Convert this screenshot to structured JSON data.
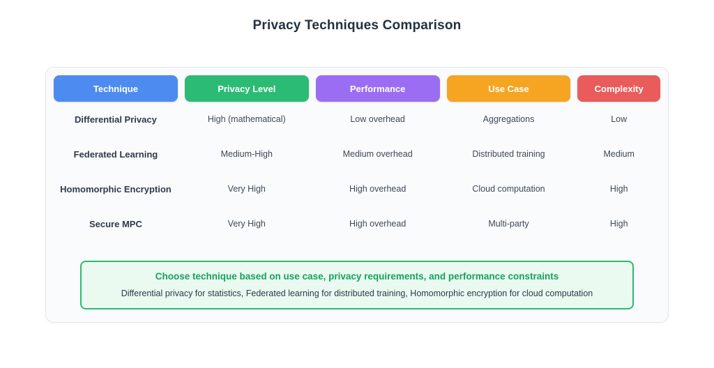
{
  "title": "Privacy Techniques Comparison",
  "chart_data": {
    "type": "table",
    "title": "Privacy Techniques Comparison",
    "columns": [
      "Technique",
      "Privacy Level",
      "Performance",
      "Use Case",
      "Complexity"
    ],
    "rows": [
      [
        "Differential Privacy",
        "High (mathematical)",
        "Low overhead",
        "Aggregations",
        "Low"
      ],
      [
        "Federated Learning",
        "Medium-High",
        "Medium overhead",
        "Distributed training",
        "Medium"
      ],
      [
        "Homomorphic Encryption",
        "Very High",
        "High overhead",
        "Cloud computation",
        "High"
      ],
      [
        "Secure MPC",
        "Very High",
        "High overhead",
        "Multi-party",
        "High"
      ]
    ],
    "note_headline": "Choose technique based on use case, privacy requirements, and performance constraints",
    "note_detail": "Differential privacy for statistics, Federated learning for distributed training, Homomorphic encryption for cloud computation"
  },
  "colors": {
    "title_text": "#23313f",
    "header_bg": [
      "#4d8bf0",
      "#2cbb75",
      "#9b6df2",
      "#f5a522",
      "#ea5b5b"
    ],
    "note_border": "#2eb872",
    "note_bg": "#eafaf1",
    "note_text": "#15a25b"
  }
}
